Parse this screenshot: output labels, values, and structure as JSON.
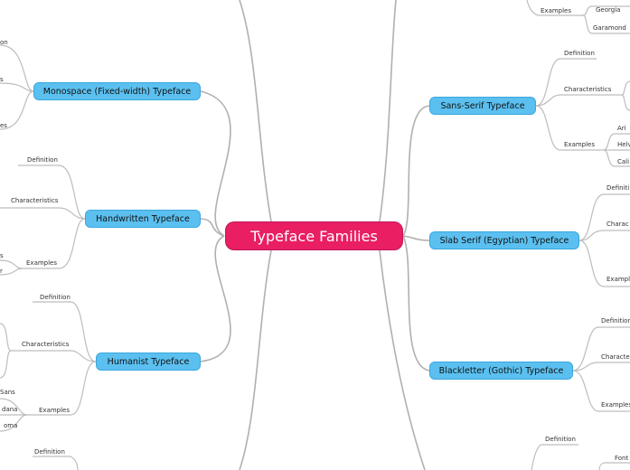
{
  "root": {
    "label": "Typeface Families"
  },
  "branches": {
    "monospace": {
      "label": "Monospace (Fixed-width) Typeface",
      "sub": [
        "on",
        "s",
        "es"
      ]
    },
    "handwritten": {
      "label": "Handwritten Typeface",
      "sub": [
        "Definition",
        "Characteristics",
        "Examples",
        "s",
        "r"
      ]
    },
    "humanist": {
      "label": "Humanist Typeface",
      "sub": [
        "Definition",
        "Characteristics",
        "Examples",
        "Sans",
        "dana",
        "oma"
      ]
    },
    "bottom_left": {
      "sub": [
        "Definition"
      ]
    },
    "serif_partial": {
      "sub": [
        "Examples",
        "Georgia",
        "Garamond"
      ]
    },
    "sans_serif": {
      "label": "Sans-Serif Typeface",
      "sub": [
        "Definition",
        "Characteristics",
        "Examples",
        "Ari",
        "Helv",
        "Cali"
      ]
    },
    "slab_serif": {
      "label": "Slab Serif (Egyptian) Typeface",
      "sub": [
        "Definiti",
        "Charac",
        "Exampl"
      ]
    },
    "blackletter": {
      "label": "Blackletter (Gothic) Typeface",
      "sub": [
        "Definition",
        "Characte",
        "Examples"
      ]
    },
    "bottom_right": {
      "sub": [
        "Definition",
        "Font"
      ]
    }
  }
}
